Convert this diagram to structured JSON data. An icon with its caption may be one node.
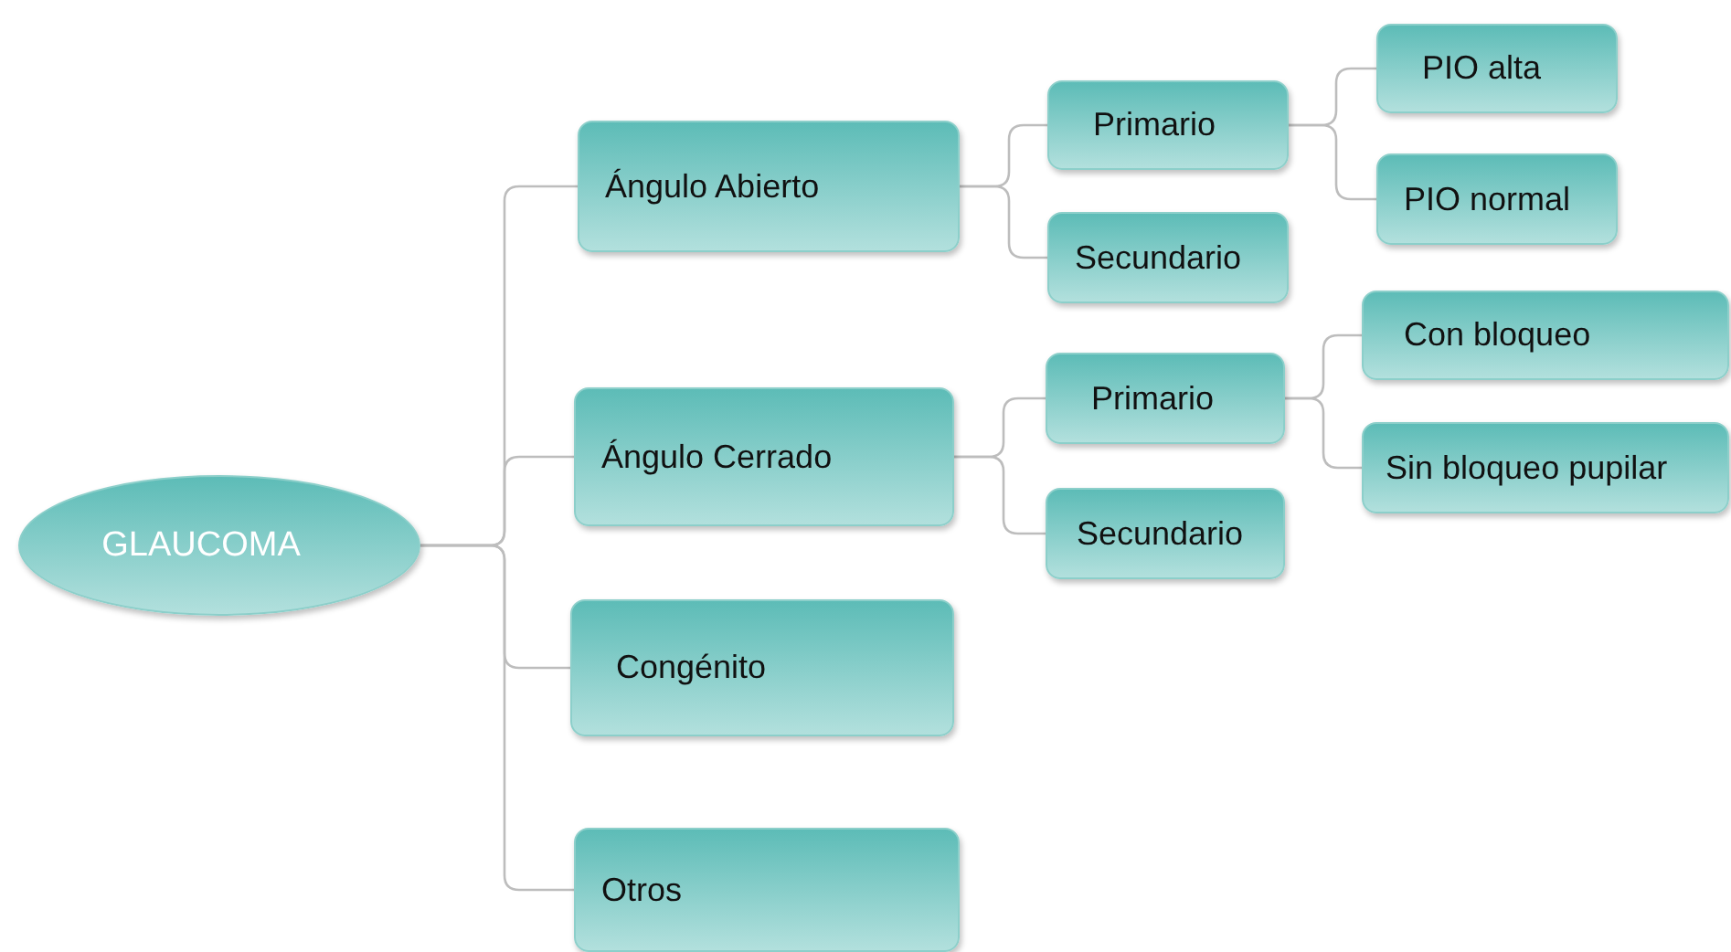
{
  "diagram": {
    "nodes": [
      {
        "text": [
          "GLAUCOMA"
        ]
      },
      {
        "text": [
          "Ángulo Abierto"
        ]
      },
      {
        "text": [
          "Ángulo Cerrado"
        ]
      },
      {
        "text": [
          "Congénito"
        ]
      },
      {
        "text": [
          "Otros"
        ]
      },
      {
        "text": [
          "Primario"
        ]
      },
      {
        "text": [
          "Secundario"
        ]
      },
      {
        "text": [
          "PIO alta"
        ]
      },
      {
        "text": [
          "PIO normal"
        ]
      },
      {
        "text": [
          "Primario"
        ]
      },
      {
        "text": [
          "Secundario"
        ]
      },
      {
        "text": [
          "Con bloqueo"
        ]
      },
      {
        "text": [
          "Sin bloqueo pupilar"
        ]
      }
    ],
    "edges": [
      {
        "from": 0,
        "to": 1,
        "arrow": "none"
      },
      {
        "from": 0,
        "to": 2,
        "arrow": "none"
      },
      {
        "from": 0,
        "to": 3,
        "arrow": "none"
      },
      {
        "from": 0,
        "to": 4,
        "arrow": "none"
      },
      {
        "from": 1,
        "to": 5,
        "arrow": "none"
      },
      {
        "from": 1,
        "to": 6,
        "arrow": "none"
      },
      {
        "from": 5,
        "to": 7,
        "arrow": "none"
      },
      {
        "from": 5,
        "to": 8,
        "arrow": "none"
      },
      {
        "from": 2,
        "to": 9,
        "arrow": "none"
      },
      {
        "from": 2,
        "to": 10,
        "arrow": "none"
      },
      {
        "from": 9,
        "to": 11,
        "arrow": "none"
      },
      {
        "from": 9,
        "to": 12,
        "arrow": "none"
      }
    ]
  }
}
